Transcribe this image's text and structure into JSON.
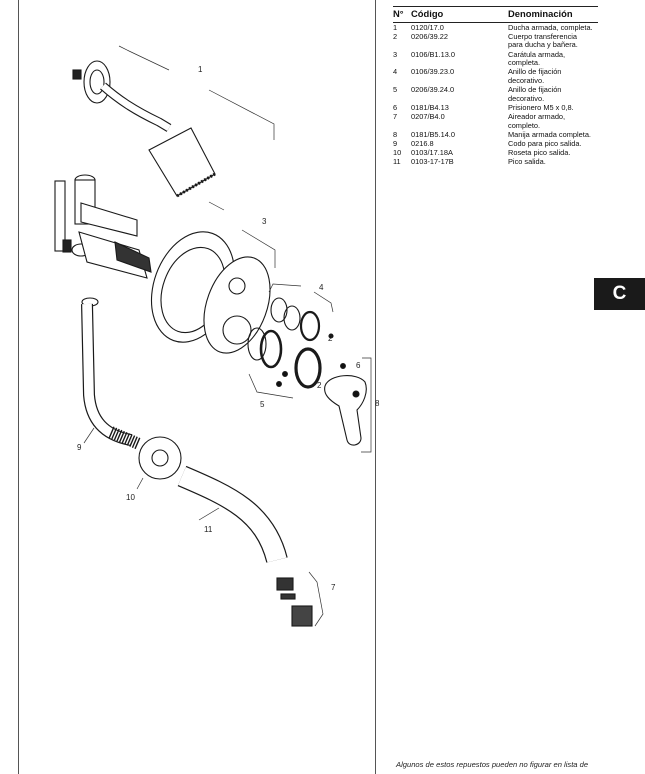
{
  "table": {
    "headers": {
      "number": "N°",
      "code": "Código",
      "description": "Denominación"
    },
    "rows": [
      {
        "number": "1",
        "code": "0120/17.0",
        "description": "Ducha armada, completa."
      },
      {
        "number": "2",
        "code": "0206/39.22",
        "description": "Cuerpo transferencia\npara ducha y bañera."
      },
      {
        "number": "3",
        "code": "0106/B1.13.0",
        "description": "Carátula armada,\ncompleta."
      },
      {
        "number": "4",
        "code": "0106/39.23.0",
        "description": "Anillo de fijación\ndecorativo."
      },
      {
        "number": "5",
        "code": "0206/39.24.0",
        "description": "Anillo de fijación\ndecorativo."
      },
      {
        "number": "6",
        "code": "0181/B4.13",
        "description": "Prisionero M5 x 0,8."
      },
      {
        "number": "7",
        "code": "0207/B4.0",
        "description": "Aireador armado,\ncompleto."
      },
      {
        "number": "8",
        "code": "0181/B5.14.0",
        "description": "Manija armada completa."
      },
      {
        "number": "9",
        "code": "0216.8",
        "description": "Codo para pico salida."
      },
      {
        "number": "10",
        "code": "0103/17.18A",
        "description": "Roseta pico salida."
      },
      {
        "number": "11",
        "code": "0103-17-17B",
        "description": "Pico salida."
      }
    ]
  },
  "section_tab": "C",
  "footnote": "Algunos de estos repuestos pueden no figurar en lista de",
  "diagram": {
    "callouts": [
      "1",
      "2",
      "3",
      "4",
      "5",
      "6",
      "7",
      "8",
      "9",
      "10",
      "11",
      "2"
    ]
  }
}
